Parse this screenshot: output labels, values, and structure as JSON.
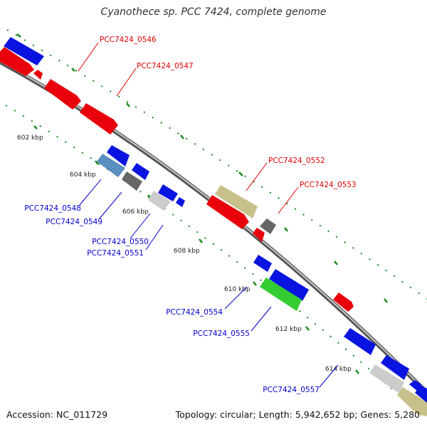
{
  "title": "Cyanothece sp. PCC 7424, complete genome",
  "accession": "Accession: NC_011729",
  "summary": "Topology: circular; Length: 5,942,652 bp; Genes: 5,280",
  "colors": {
    "forward_gene": "#e8000b",
    "reverse_gene": "#0a14e0",
    "forward_label": "#dd0000",
    "reverse_label": "#0000cc",
    "backbone": "#8c8c8c",
    "ticks": "#1a8a1a",
    "khaki": "#c8c08a",
    "green": "#33cc33",
    "gray_dark": "#666666",
    "gray_light": "#cccccc",
    "steel": "#5a8fbf"
  },
  "scale_labels": [
    "602 kbp",
    "604 kbp",
    "606 kbp",
    "608 kbp",
    "610 kbp",
    "612 kbp",
    "614 kbp"
  ],
  "forward_labels": [
    "PCC7424_0546",
    "PCC7424_0547",
    "PCC7424_0552",
    "PCC7424_0553"
  ],
  "reverse_labels": [
    "PCC7424_0548",
    "PCC7424_0549",
    "PCC7424_0550",
    "PCC7424_0551",
    "PCC7424_0554",
    "PCC7424_0555",
    "PCC7424_0557"
  ]
}
